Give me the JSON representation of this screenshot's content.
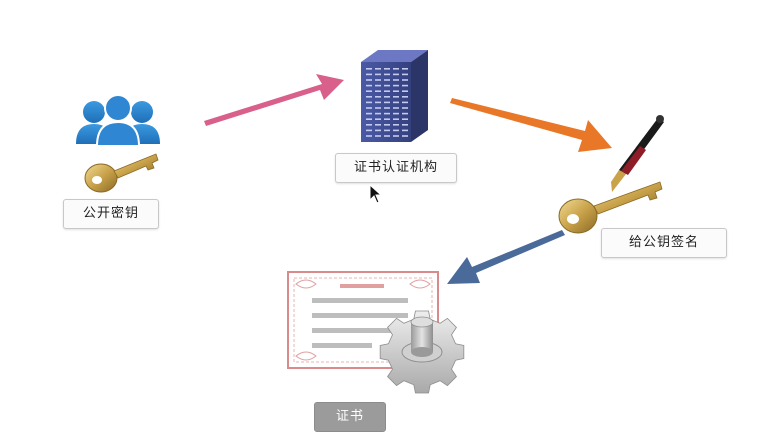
{
  "labels": {
    "public_key": "公开密钥",
    "ca": "证书认证机构",
    "sign": "给公钥签名",
    "certificate": "证书"
  },
  "icons": {
    "users": "users-group-icon",
    "key": "key-icon",
    "server": "server-building-icon",
    "pen": "fountain-pen-icon",
    "certificate": "certificate-icon",
    "gear": "gear-icon",
    "cursor": "mouse-cursor-icon"
  },
  "colors": {
    "arrow_pink": "#d9608b",
    "arrow_orange": "#e87828",
    "arrow_blue": "#4a6a9a",
    "users_blue": "#2f86d2",
    "key_gold": "#c9a24a",
    "server_blue": "#3d4a8f",
    "cert_border": "#d98a8a",
    "cert_label_bg": "#9b9b9b"
  }
}
